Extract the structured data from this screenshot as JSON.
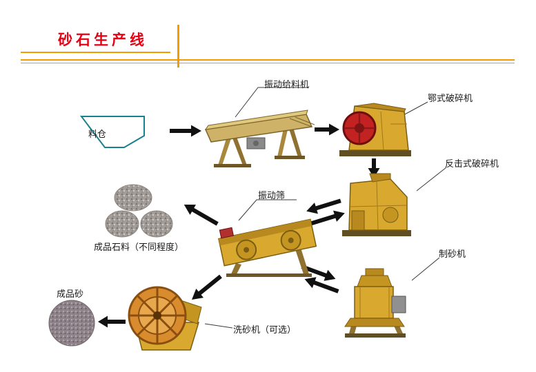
{
  "title": "砂石生产线",
  "labels": {
    "silo": "料仓",
    "feeder": "振动给料机",
    "jaw_crusher": "鄂式破碎机",
    "impact_crusher": "反击式破碎机",
    "vibrating_screen": "振动筛",
    "sand_maker": "制砂机",
    "finished_stone": "成品石料（不同程度）",
    "sand_washer": "洗砂机（可选）",
    "finished_sand": "成品砂"
  },
  "colors": {
    "title_red": "#e60012",
    "accent_orange": "#f59b00",
    "silo_teal": "#17818e",
    "arrow_black": "#111111",
    "machine_yellow": "#d9a92f",
    "machine_dark_yellow": "#b8891e",
    "flywheel_red": "#c22222",
    "washer_wheel_orange": "#d98c2e",
    "gravel_gray": "#a39d9a"
  }
}
